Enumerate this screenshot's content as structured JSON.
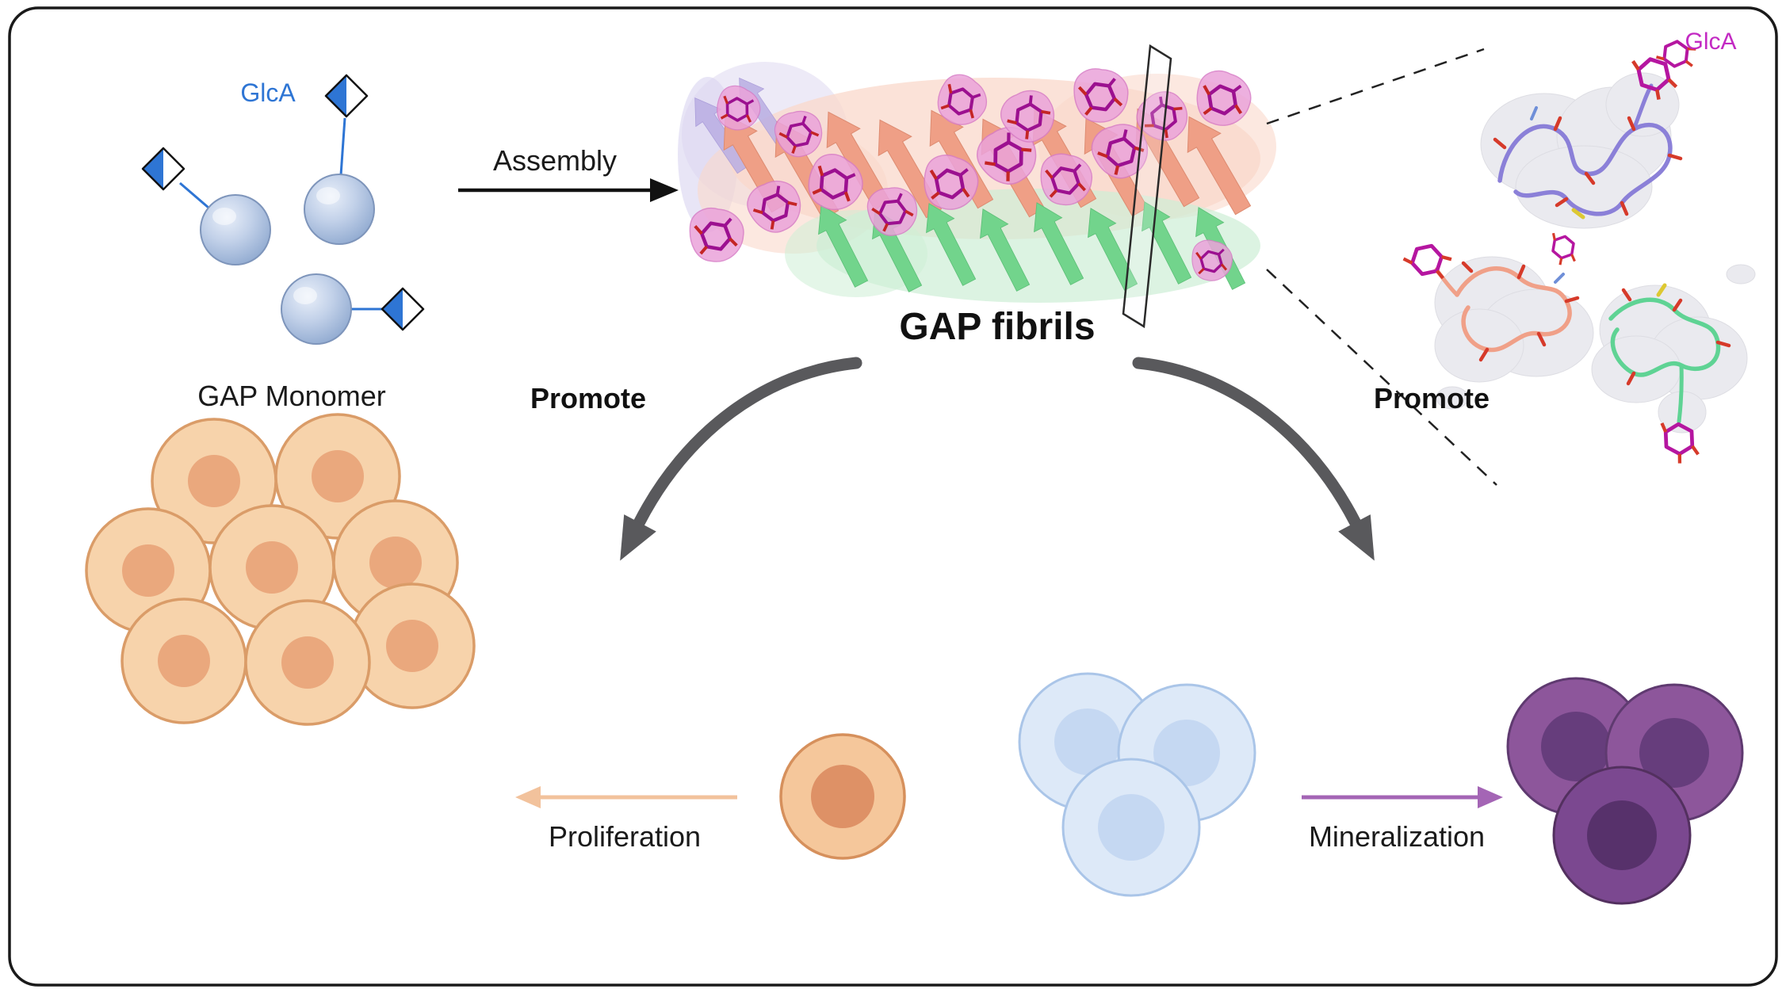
{
  "figure": {
    "monomer": {
      "glca_label": "GlcA",
      "caption": "GAP Monomer"
    },
    "assembly_arrow": {
      "label": "Assembly"
    },
    "fibrils": {
      "caption": "GAP fibrils"
    },
    "detail_view": {
      "glca_label": "GlcA"
    },
    "proliferation_branch": {
      "promote_label": "Promote",
      "arrow_label": "Proliferation"
    },
    "mineralization_branch": {
      "promote_label": "Promote",
      "arrow_label": "Mineralization"
    }
  },
  "icons": {
    "glca_monosaccharide": "blue-white-divided-diamond",
    "sugar_ring": "magenta-pyranose-hexagon",
    "monomer_sphere": "blue-protein-sphere",
    "cross_section": "plane-slice-outline"
  },
  "colors": {
    "glca_blue": "#2e75d4",
    "glca_magenta": "#c32ac3",
    "ribbon_salmon": "#ef9f86",
    "ribbon_green": "#72d48c",
    "ribbon_lavender": "#b9aee3",
    "sugar_magenta": "#9c1090",
    "chain_purple": "#8b80d8",
    "chain_salmon": "#f0a088",
    "chain_green": "#5fd394",
    "promote_arrow_gray": "#59595c",
    "cell_orange_fill": "#f7d3ab",
    "cell_orange_stroke": "#da9c68",
    "cell_blue_fill": "#dde9f8",
    "cell_blue_stroke": "#aac5e8",
    "cell_purple_fill": "#8d569b",
    "cell_purple_stroke": "#5f3a70",
    "proliferation_arrow": "#f2c29c",
    "mineralization_arrow": "#a465b5"
  }
}
